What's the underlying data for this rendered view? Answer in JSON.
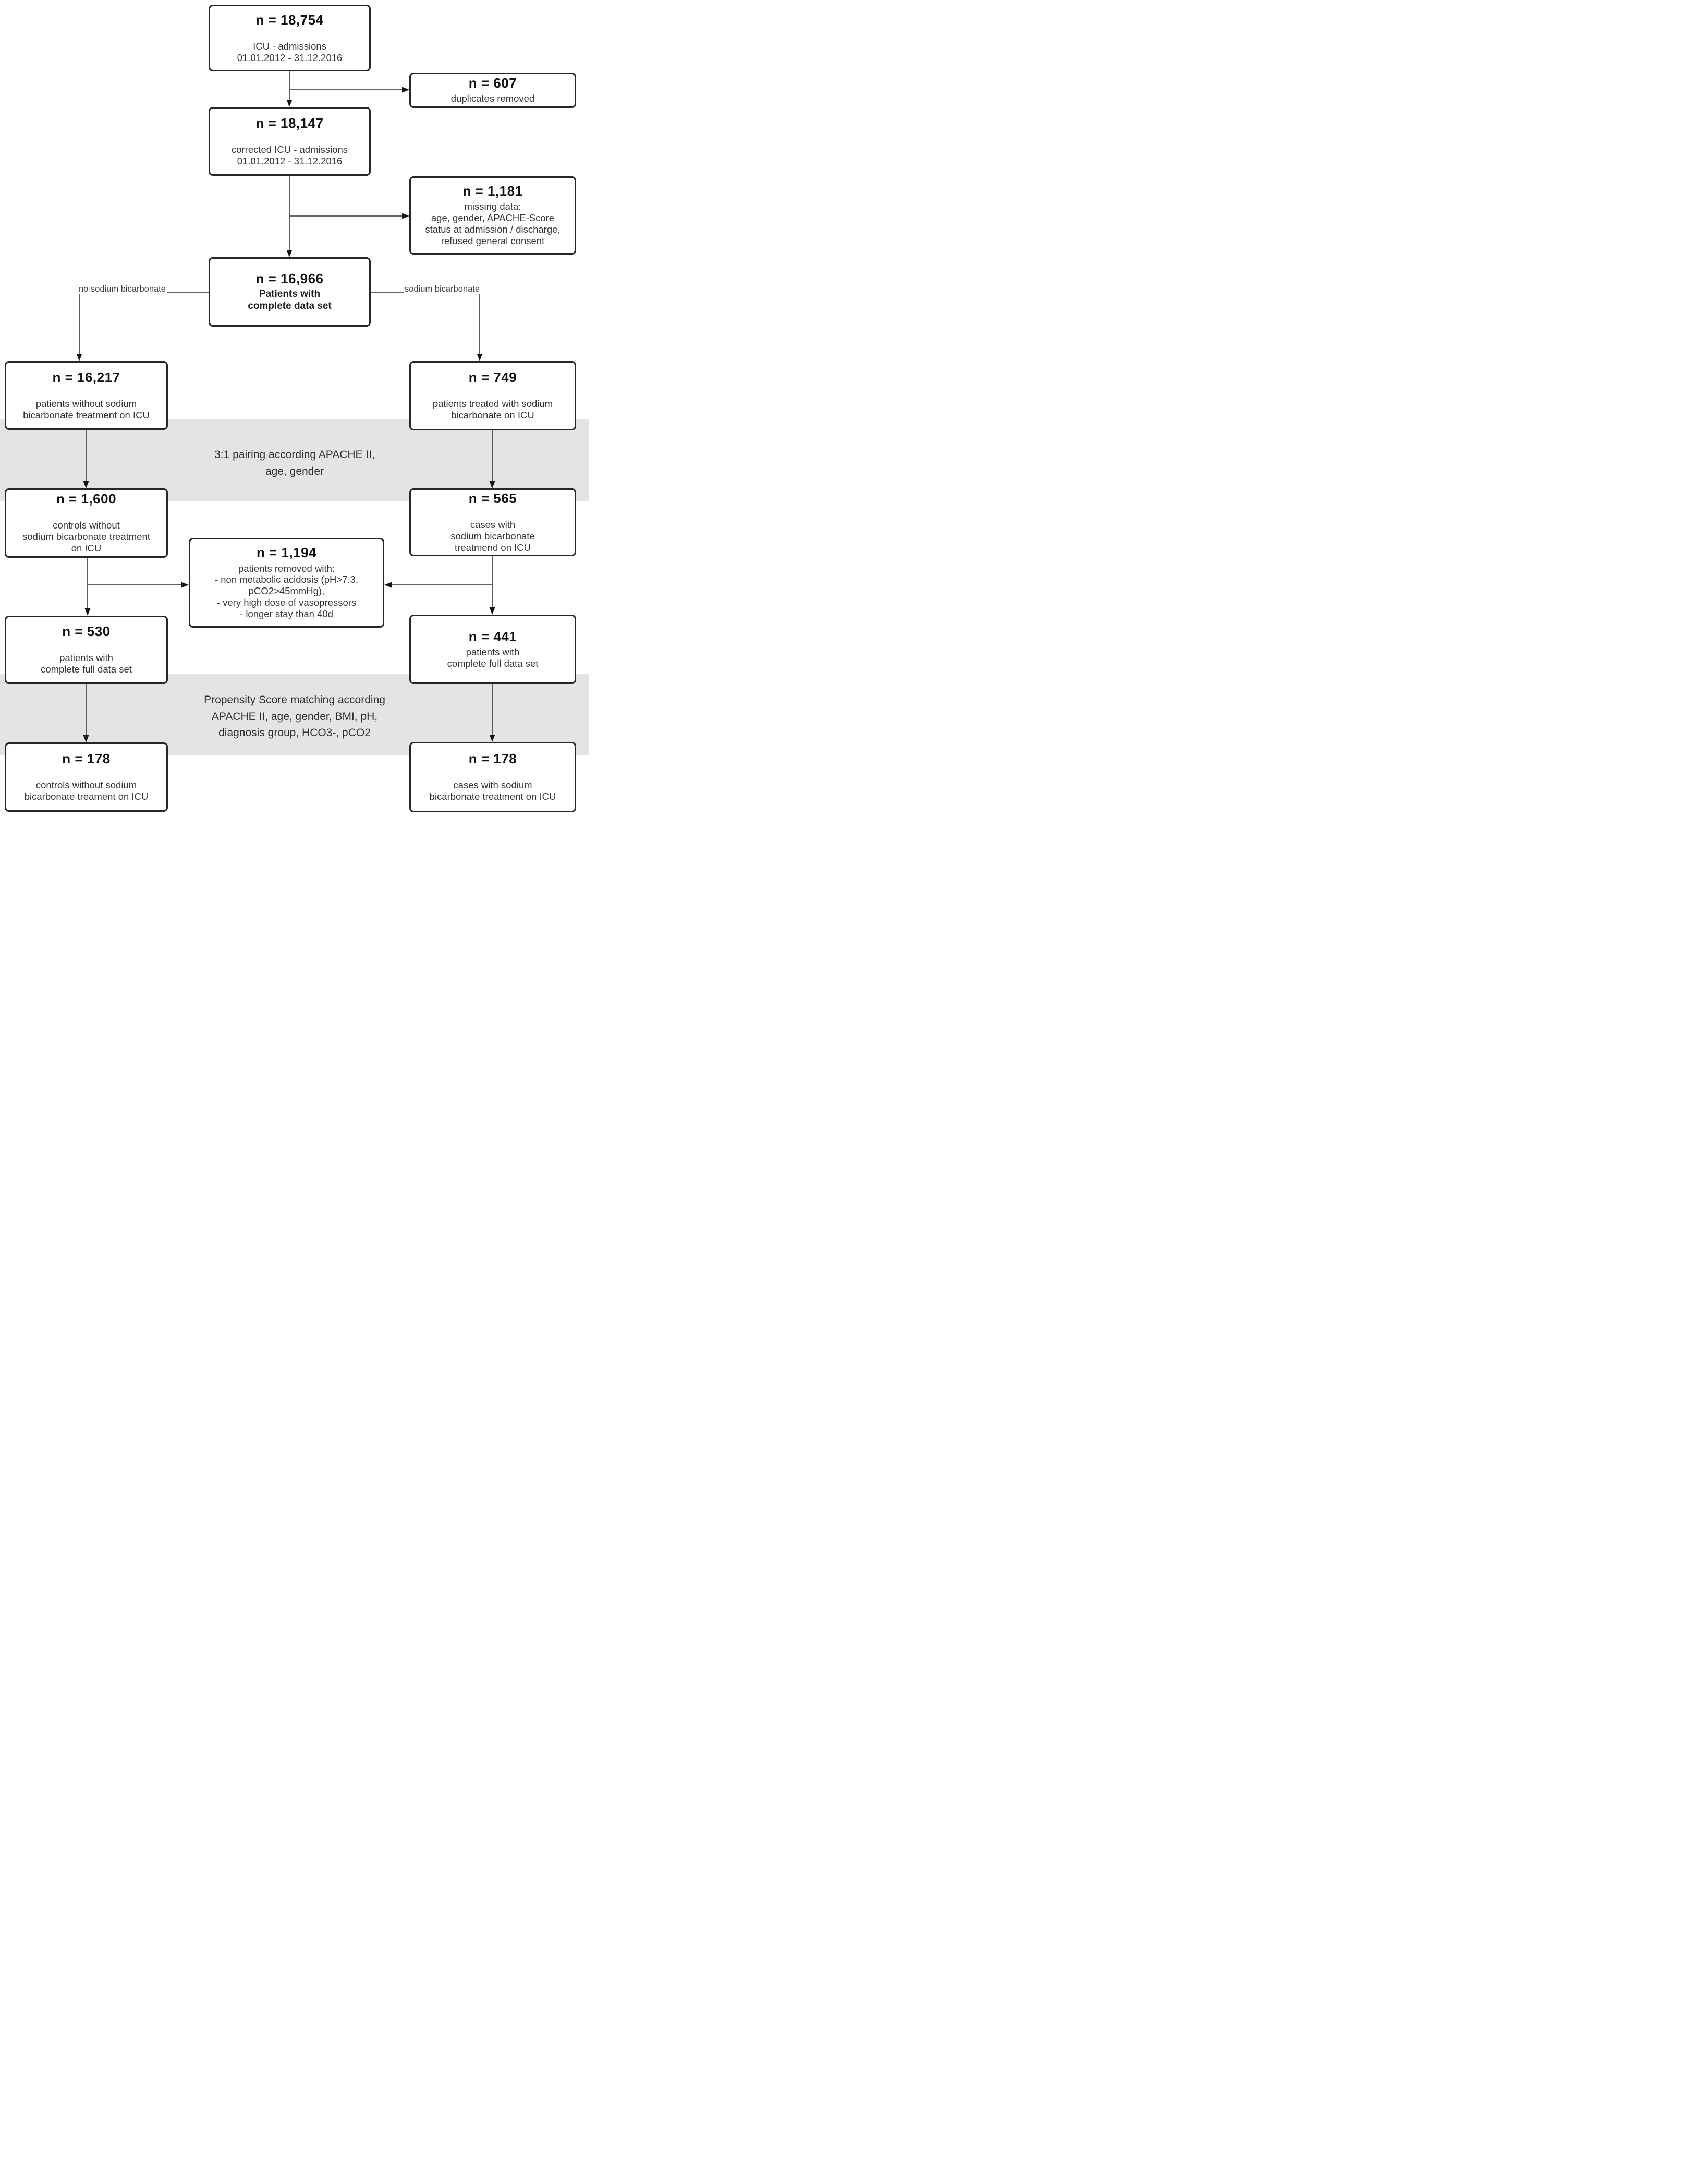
{
  "boxes": {
    "icu_admissions": {
      "n": "n = 18,754",
      "body": "ICU - admissions\n01.01.2012 - 31.12.2016"
    },
    "duplicates_removed": {
      "n": "n = 607",
      "body": "duplicates removed"
    },
    "corrected_admissions": {
      "n": "n = 18,147",
      "body": "corrected ICU - admissions\n01.01.2012 - 31.12.2016"
    },
    "missing_data": {
      "n": "n = 1,181",
      "body": "missing data:\nage, gender, APACHE-Score\nstatus at admission / discharge,\nrefused general consent"
    },
    "complete_dataset": {
      "n": "n = 16,966",
      "body": "Patients with\ncomplete data set"
    },
    "no_bicarbonate": {
      "n": "n = 16,217",
      "body": "patients without sodium\nbicarbonate treatment on ICU"
    },
    "bicarbonate": {
      "n": "n = 749",
      "body": "patients treated with sodium\nbicarbonate on ICU"
    },
    "controls_1600": {
      "n": "n = 1,600",
      "body": "controls without\nsodium bicarbonate treatment\non ICU"
    },
    "cases_565": {
      "n": "n = 565",
      "body": "cases with\nsodium bicarbonate\ntreatmend on ICU"
    },
    "removed_1194": {
      "n": "n = 1,194",
      "body": "patients removed with:\n- non metabolic acidosis (pH>7.3,\npCO2>45mmHg),\n- very high dose of vasopressors\n- longer stay than 40d"
    },
    "full_530": {
      "n": "n = 530",
      "body": "patients with\ncomplete full data set"
    },
    "full_441": {
      "n": "n = 441",
      "body": "patients with\ncomplete full data set"
    },
    "controls_178": {
      "n": "n = 178",
      "body": "controls without sodium\nbicarbonate treament on ICU"
    },
    "cases_178": {
      "n": "n = 178",
      "body": "cases with sodium\nbicarbonate treatment on ICU"
    }
  },
  "branch_labels": {
    "left": "no sodium bicarbonate",
    "right": "sodium bicarbonate"
  },
  "bands": {
    "pairing": "3:1 pairing according APACHE II,\nage, gender",
    "propensity": "Propensity Score matching according\nAPACHE II, age, gender, BMI, pH,\ndiagnosis group, HCO3-, pCO2"
  },
  "colors": {
    "band_gray": "#e4e4e4",
    "box_border": "#262626",
    "line_gray": "#4d4d4d",
    "arrow_black": "#141414",
    "background": "#ffffff"
  }
}
